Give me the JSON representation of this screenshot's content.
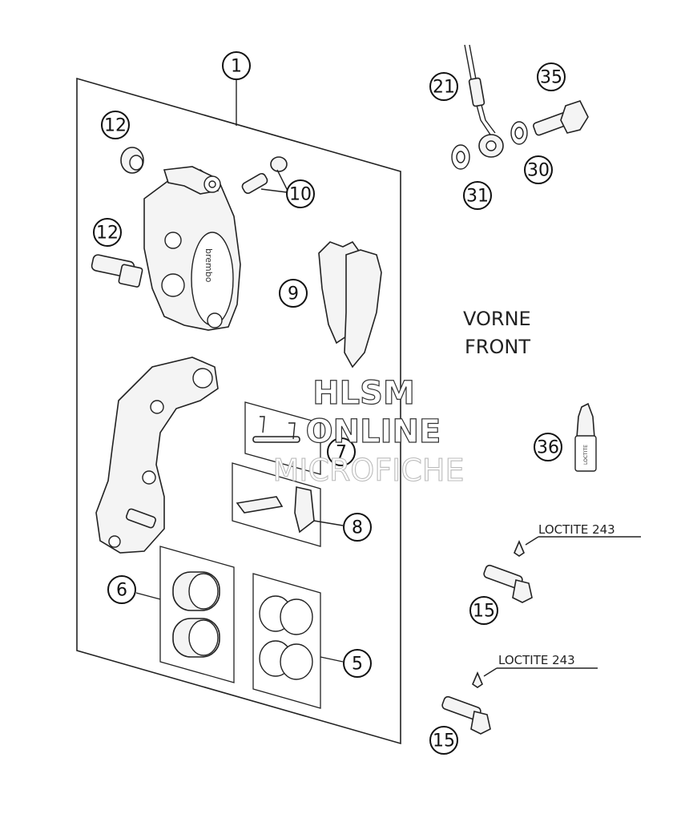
{
  "callouts": {
    "c1": "1",
    "c12a": "12",
    "c12b": "12",
    "c10": "10",
    "c9": "9",
    "c7": "7",
    "c8": "8",
    "c6": "6",
    "c5": "5",
    "c21": "21",
    "c35": "35",
    "c30": "30",
    "c31": "31",
    "c36": "36",
    "c15a": "15",
    "c15b": "15"
  },
  "labels": {
    "vorne": "VORNE",
    "front": "FRONT",
    "loctite_a": "LOCTITE 243",
    "loctite_b": "LOCTITE 243",
    "brand": "brembo",
    "tube_label": "LOCTITE"
  },
  "watermark": {
    "line1": "HLSM",
    "line2": "ONLINE",
    "line3": "MICROFICHE"
  }
}
